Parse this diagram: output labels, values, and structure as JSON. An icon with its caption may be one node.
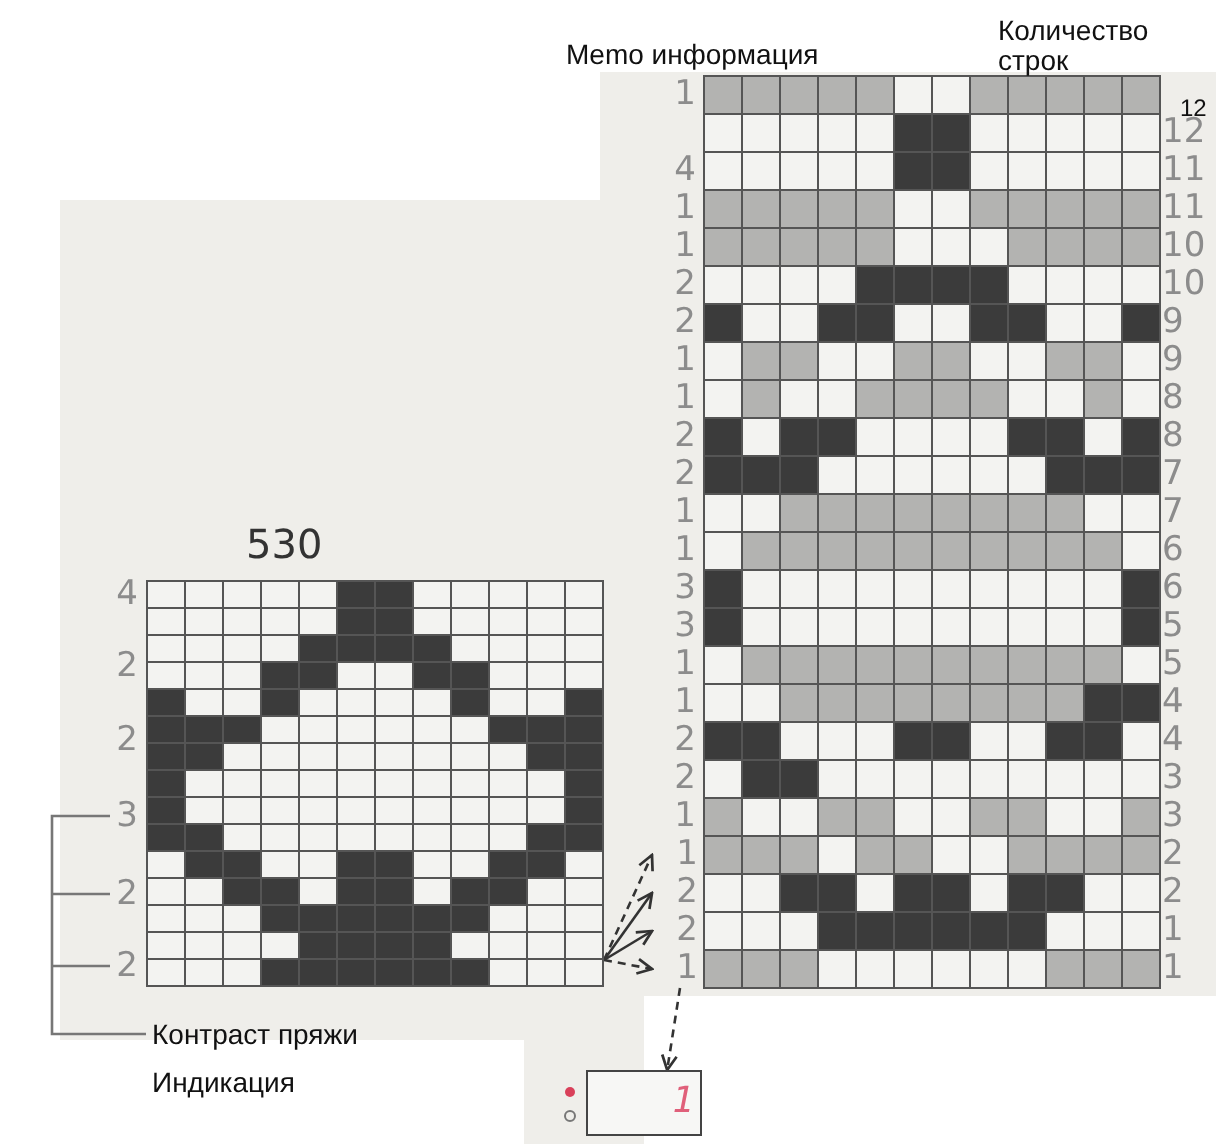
{
  "diagram": {
    "nodes": [
      {
        "text": [
          "530"
        ]
      },
      {
        "text": [
          "1"
        ]
      },
      {
        "text": [
          "2"
        ]
      },
      {
        "text": [
          "2"
        ]
      },
      {
        "text": [
          "1"
        ]
      },
      {
        "text": [
          "1"
        ]
      }
    ],
    "edges": [
      {
        "from": 0,
        "to": 1,
        "arrow": "to",
        "style": "dashed"
      },
      {
        "from": 0,
        "to": 2,
        "arrow": "to"
      },
      {
        "from": 0,
        "to": 3,
        "arrow": "to"
      },
      {
        "from": 0,
        "to": 4,
        "arrow": "to",
        "style": "dashed"
      },
      {
        "from": 4,
        "to": 5,
        "arrow": "to",
        "style": "dashed"
      }
    ],
    "labels": [
      "Memo информация",
      "Количество строк",
      "12",
      "1",
      "12",
      "4",
      "11",
      "1",
      "11",
      "1",
      "10",
      "2",
      "10",
      "2",
      "9",
      "1",
      "9",
      "1",
      "8",
      "2",
      "8",
      "2",
      "7",
      "1",
      "7",
      "1",
      "6",
      "3",
      "6",
      "3",
      "5",
      "1",
      "5",
      "1",
      "4",
      "2",
      "4",
      "2",
      "3",
      "1",
      "3",
      "2",
      "2",
      "1",
      "1",
      "4",
      "2",
      "2",
      "3",
      "2",
      "2",
      "Контраст пряжи",
      "Индикация"
    ]
  }
}
